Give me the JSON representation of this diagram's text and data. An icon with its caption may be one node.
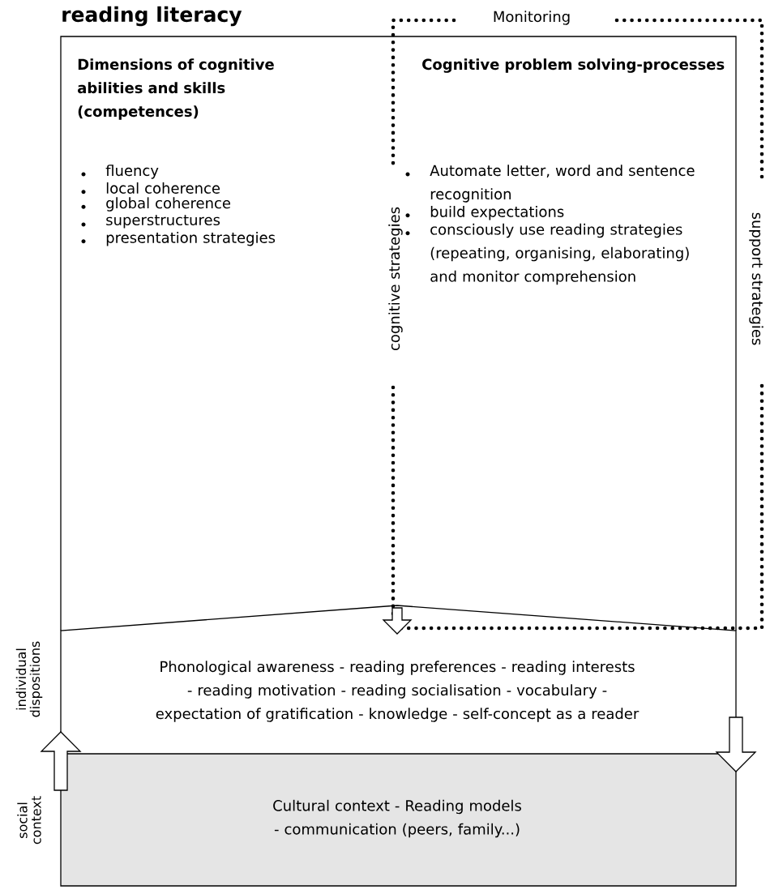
{
  "diagram": {
    "nodes": [
      {
        "text": [
          "reading literacy",
          "Dimensions of cognitive abilities and skills (competences)",
          "fluency",
          "local coherence",
          "global coherence",
          "superstructures",
          "presentation strategies"
        ]
      },
      {
        "text": [
          "Monitoring",
          "cognitive strategies",
          "support strategies",
          "Cognitive problem solving-processes",
          "Automate letter, word and sentence recognition",
          "build expectations",
          "consciously use reading strategies (repeating, organising, elaborating) and monitor comprehension"
        ]
      },
      {
        "text": [
          "Phonological awareness - reading preferences - reading interests - reading motivation - reading socialisation - vocabulary - expectation of gratification - knowledge - self-concept as a reader"
        ],
        "beside": [
          "individual dispositions"
        ]
      },
      {
        "text": [
          "Cultural context - Reading models - communication (peers, family...)"
        ],
        "beside": [
          "social context"
        ]
      }
    ],
    "edges": [
      {
        "from": 0,
        "to": 2,
        "arrow": "to"
      },
      {
        "from": 3,
        "to": 2,
        "arrow": "to"
      },
      {
        "from": 2,
        "to": 3,
        "arrow": "to"
      }
    ]
  }
}
